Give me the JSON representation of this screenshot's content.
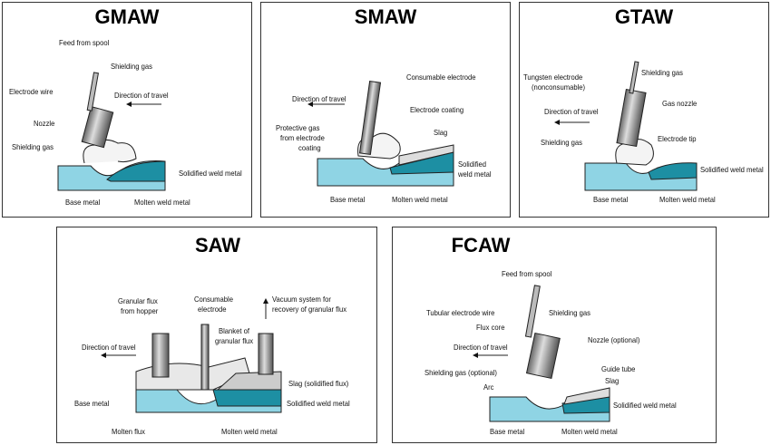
{
  "colors": {
    "base_metal": "#8fd4e4",
    "weld_metal": "#1d8fa3",
    "torch": "#9a9a9a",
    "flux": "#e8e8e8"
  },
  "panels": {
    "gmaw": {
      "title": "GMAW",
      "labels": [
        "Feed from spool",
        "Shielding gas",
        "Electrode wire",
        "Direction of travel",
        "Nozzle",
        "Shielding gas",
        "Solidified weld metal",
        "Base metal",
        "Molten weld metal"
      ]
    },
    "smaw": {
      "title": "SMAW",
      "labels": [
        "Consumable electrode",
        "Direction of travel",
        "Electrode coating",
        "Protective gas",
        "from electrode",
        "coating",
        "Slag",
        "Solidified",
        "weld metal",
        "Base metal",
        "Molten weld metal"
      ]
    },
    "gtaw": {
      "title": "GTAW",
      "labels": [
        "Tungsten electrode",
        "(nonconsumable)",
        "Shielding gas",
        "Gas nozzle",
        "Direction of travel",
        "Shielding gas",
        "Electrode tip",
        "Solidified weld metal",
        "Base metal",
        "Molten weld metal"
      ]
    },
    "saw": {
      "title": "SAW",
      "labels": [
        "Granular flux",
        "from hopper",
        "Consumable",
        "electrode",
        "Vacuum system for",
        "recovery of granular flux",
        "Blanket of",
        "granular flux",
        "Direction of travel",
        "Slag (solidified flux)",
        "Base metal",
        "Solidified weld metal",
        "Molten flux",
        "Molten weld metal"
      ]
    },
    "fcaw": {
      "title": "FCAW",
      "labels": [
        "Feed from spool",
        "Tubular electrode wire",
        "Shielding gas",
        "Flux core",
        "Nozzle (optional)",
        "Direction of travel",
        "Guide tube",
        "Shielding gas (optional)",
        "Slag",
        "Arc",
        "Solidified weld metal",
        "Base metal",
        "Molten weld metal"
      ]
    }
  }
}
